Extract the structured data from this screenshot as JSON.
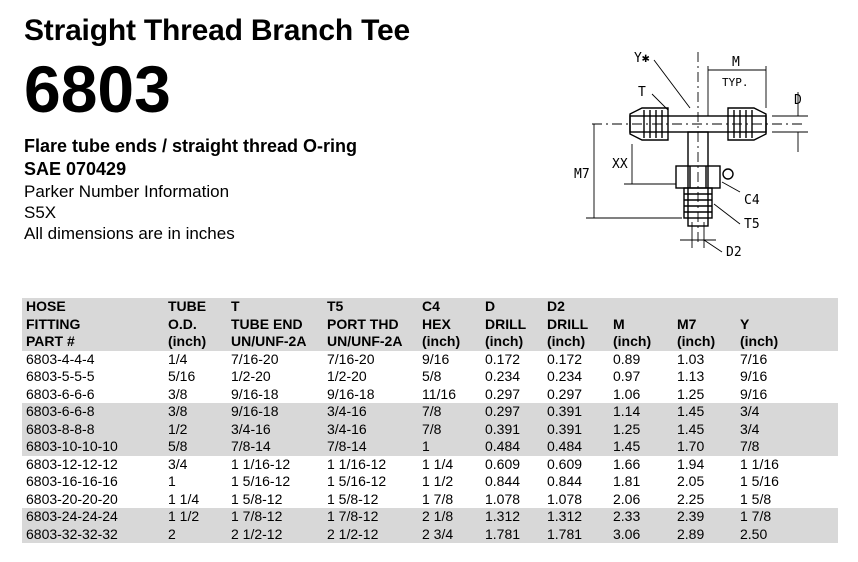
{
  "header": {
    "title": "Straight Thread Branch Tee",
    "part_number": "6803",
    "subtitle": "Flare tube ends / straight thread O-ring",
    "sae": "SAE 070429",
    "info_line1": "Parker Number Information",
    "info_line2": "S5X",
    "info_line3": "All dimensions are in inches"
  },
  "diagram": {
    "labels": {
      "yx": "Y✱",
      "t": "T",
      "m": "M",
      "typ": "TYP.",
      "d": "D",
      "m7": "M7",
      "xx": "XX",
      "c4": "C4",
      "t5": "T5",
      "d2": "D2"
    }
  },
  "table": {
    "headers": [
      [
        "HOSE",
        "FITTING",
        "PART #"
      ],
      [
        "TUBE",
        "O.D.",
        "(inch)"
      ],
      [
        "T",
        "TUBE END",
        "UN/UNF-2A"
      ],
      [
        "T5",
        "PORT THD",
        "UN/UNF-2A"
      ],
      [
        "C4",
        "HEX",
        "(inch)"
      ],
      [
        "D",
        "DRILL",
        "(inch)"
      ],
      [
        "D2",
        "DRILL",
        "(inch)"
      ],
      [
        "",
        "M",
        "(inch)"
      ],
      [
        "",
        "M7",
        "(inch)"
      ],
      [
        "",
        "Y",
        "(inch)"
      ]
    ],
    "rows": [
      [
        "6803-4-4-4",
        "1/4",
        "7/16-20",
        "7/16-20",
        "9/16",
        "0.172",
        "0.172",
        "0.89",
        "1.03",
        "7/16"
      ],
      [
        "6803-5-5-5",
        "5/16",
        "1/2-20",
        "1/2-20",
        "5/8",
        "0.234",
        "0.234",
        "0.97",
        "1.13",
        "9/16"
      ],
      [
        "6803-6-6-6",
        "3/8",
        "9/16-18",
        "9/16-18",
        "11/16",
        "0.297",
        "0.297",
        "1.06",
        "1.25",
        "9/16"
      ],
      [
        "6803-6-6-8",
        "3/8",
        "9/16-18",
        "3/4-16",
        "7/8",
        "0.297",
        "0.391",
        "1.14",
        "1.45",
        "3/4"
      ],
      [
        "6803-8-8-8",
        "1/2",
        "3/4-16",
        "3/4-16",
        "7/8",
        "0.391",
        "0.391",
        "1.25",
        "1.45",
        "3/4"
      ],
      [
        "6803-10-10-10",
        "5/8",
        "7/8-14",
        "7/8-14",
        "1",
        "0.484",
        "0.484",
        "1.45",
        "1.70",
        "7/8"
      ],
      [
        "6803-12-12-12",
        "3/4",
        "1 1/16-12",
        "1 1/16-12",
        "1 1/4",
        "0.609",
        "0.609",
        "1.66",
        "1.94",
        "1 1/16"
      ],
      [
        "6803-16-16-16",
        "1",
        "1 5/16-12",
        "1 5/16-12",
        "1 1/2",
        "0.844",
        "0.844",
        "1.81",
        "2.05",
        "1 5/16"
      ],
      [
        "6803-20-20-20",
        "1 1/4",
        "1 5/8-12",
        "1 5/8-12",
        "1 7/8",
        "1.078",
        "1.078",
        "2.06",
        "2.25",
        "1 5/8"
      ],
      [
        "6803-24-24-24",
        "1 1/2",
        "1 7/8-12",
        "1 7/8-12",
        "2 1/8",
        "1.312",
        "1.312",
        "2.33",
        "2.39",
        "1 7/8"
      ],
      [
        "6803-32-32-32",
        "2",
        "2 1/2-12",
        "2 1/2-12",
        "2 3/4",
        "1.781",
        "1.781",
        "3.06",
        "2.89",
        "2.50"
      ]
    ],
    "shaded_rows": [
      3,
      4,
      5,
      9,
      10
    ]
  }
}
